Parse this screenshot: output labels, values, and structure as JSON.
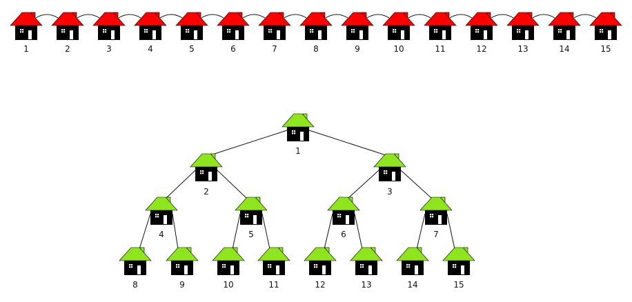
{
  "colors": {
    "chain_roof": "#ff0000",
    "tree_roof": "#8ee51e",
    "house_body": "#000000",
    "window": "#ffffff",
    "line": "#111111"
  },
  "icons": {
    "chain_node": "house-icon",
    "tree_node": "house-icon"
  },
  "chain": {
    "nodes": [
      "1",
      "2",
      "3",
      "4",
      "5",
      "6",
      "7",
      "8",
      "9",
      "10",
      "11",
      "12",
      "13",
      "14",
      "15"
    ],
    "edges": [
      [
        "1",
        "2"
      ],
      [
        "2",
        "3"
      ],
      [
        "3",
        "4"
      ],
      [
        "4",
        "5"
      ],
      [
        "5",
        "6"
      ],
      [
        "6",
        "7"
      ],
      [
        "7",
        "8"
      ],
      [
        "8",
        "9"
      ],
      [
        "9",
        "10"
      ],
      [
        "10",
        "11"
      ],
      [
        "11",
        "12"
      ],
      [
        "12",
        "13"
      ],
      [
        "13",
        "14"
      ],
      [
        "14",
        "15"
      ]
    ]
  },
  "tree": {
    "nodes": [
      "1",
      "2",
      "3",
      "4",
      "5",
      "6",
      "7",
      "8",
      "9",
      "10",
      "11",
      "12",
      "13",
      "14",
      "15"
    ],
    "edges": [
      [
        "1",
        "2"
      ],
      [
        "1",
        "3"
      ],
      [
        "2",
        "4"
      ],
      [
        "2",
        "5"
      ],
      [
        "3",
        "6"
      ],
      [
        "3",
        "7"
      ],
      [
        "4",
        "8"
      ],
      [
        "4",
        "9"
      ],
      [
        "5",
        "10"
      ],
      [
        "5",
        "11"
      ],
      [
        "6",
        "12"
      ],
      [
        "6",
        "13"
      ],
      [
        "7",
        "14"
      ],
      [
        "7",
        "15"
      ]
    ]
  }
}
